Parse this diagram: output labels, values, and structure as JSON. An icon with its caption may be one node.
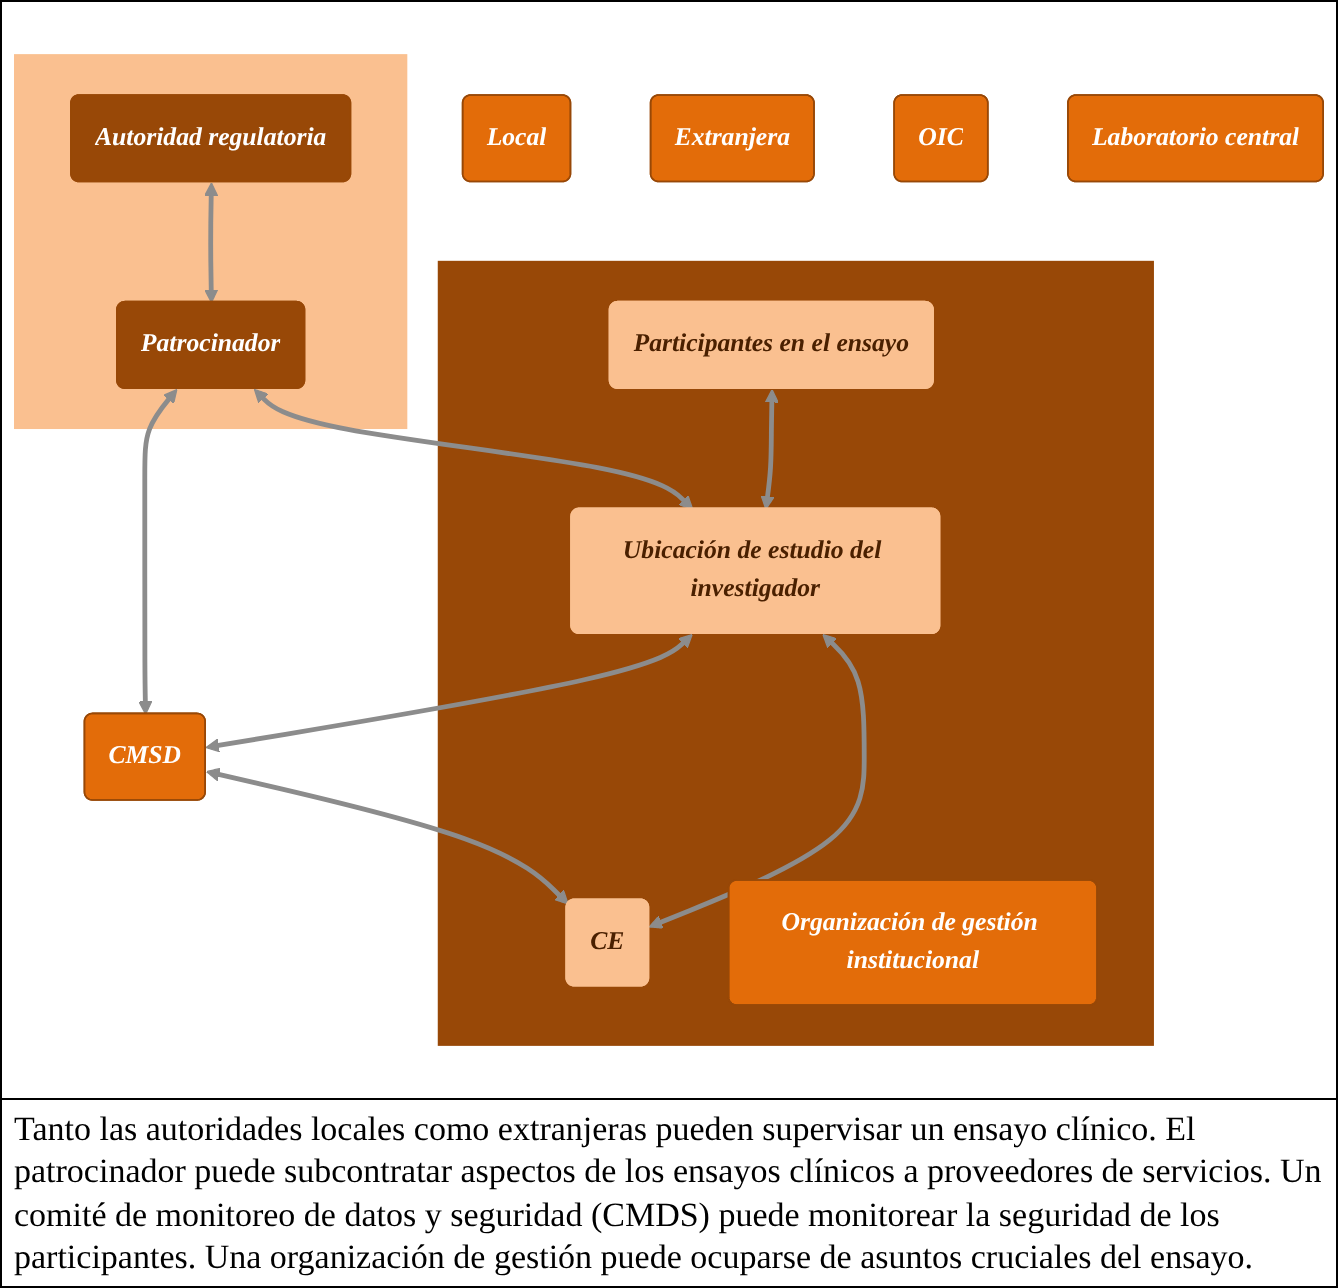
{
  "diagram": {
    "caption": "Tanto las autoridades locales como extranjeras pueden supervisar un ensayo clínico. El patrocinador puede subcontratar aspectos de los ensayos clínicos a proveedores de servicios. Un comité de monitoreo de datos y seguridad (CMDS) puede monitorear la seguridad de los participantes. Una organización de gestión puede ocuparse de asuntos cruciales del ensayo.",
    "nodes": [
      {
        "text": [
          "Local"
        ]
      },
      {
        "text": [
          "Extranjera"
        ]
      },
      {
        "text": [],
        "shape": "box"
      },
      {
        "text": [
          "Autoridad regulatoria"
        ],
        "in": 2
      },
      {
        "text": [
          "Patrocinador"
        ],
        "in": 2
      },
      {
        "text": [
          "OIC"
        ]
      },
      {
        "text": [
          "Laboratorio central"
        ]
      },
      {
        "text": [
          "CMSD"
        ]
      },
      {
        "text": [],
        "shape": "box"
      },
      {
        "text": [
          "Participantes en el ensayo"
        ],
        "in": 8
      },
      {
        "text": [
          "Ubicación de estudio del investigador"
        ],
        "in": 8
      },
      {
        "text": [
          "CE"
        ],
        "in": 8
      },
      {
        "text": [
          "Organización de gestión institucional"
        ],
        "in": 8
      }
    ],
    "edges": [
      {
        "from": 3,
        "to": 4,
        "arrow": "both"
      },
      {
        "from": 4,
        "to": 7,
        "arrow": "both"
      },
      {
        "from": 4,
        "to": 10,
        "arrow": "both"
      },
      {
        "from": 10,
        "to": 7,
        "arrow": "both"
      },
      {
        "from": 7,
        "to": 11,
        "arrow": "both"
      },
      {
        "from": 9,
        "to": 10,
        "arrow": "both"
      },
      {
        "from": 10,
        "to": 11,
        "arrow": "both"
      }
    ]
  }
}
